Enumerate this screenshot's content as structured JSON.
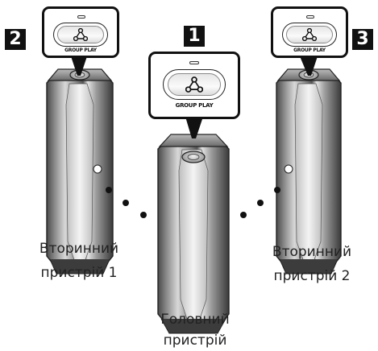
{
  "callouts": [
    {
      "badge": "2",
      "button_label": "GROUP PLAY",
      "button_icon": "group-play-icon"
    },
    {
      "badge": "1",
      "button_label": "GROUP PLAY",
      "button_icon": "group-play-icon"
    },
    {
      "badge": "3",
      "button_label": "GROUP PLAY",
      "button_icon": "group-play-icon"
    }
  ],
  "speakers": [
    {
      "label_line1": "Вторинний",
      "label_line2": "пристрій 1"
    },
    {
      "label_line1": "Головний",
      "label_line2": "пристрій"
    },
    {
      "label_line1": "Вторинний",
      "label_line2": "пристрій 2"
    }
  ],
  "colors": {
    "outline": "#111111",
    "speaker_dark": "#3a3a3a",
    "speaker_light": "#dedede"
  }
}
